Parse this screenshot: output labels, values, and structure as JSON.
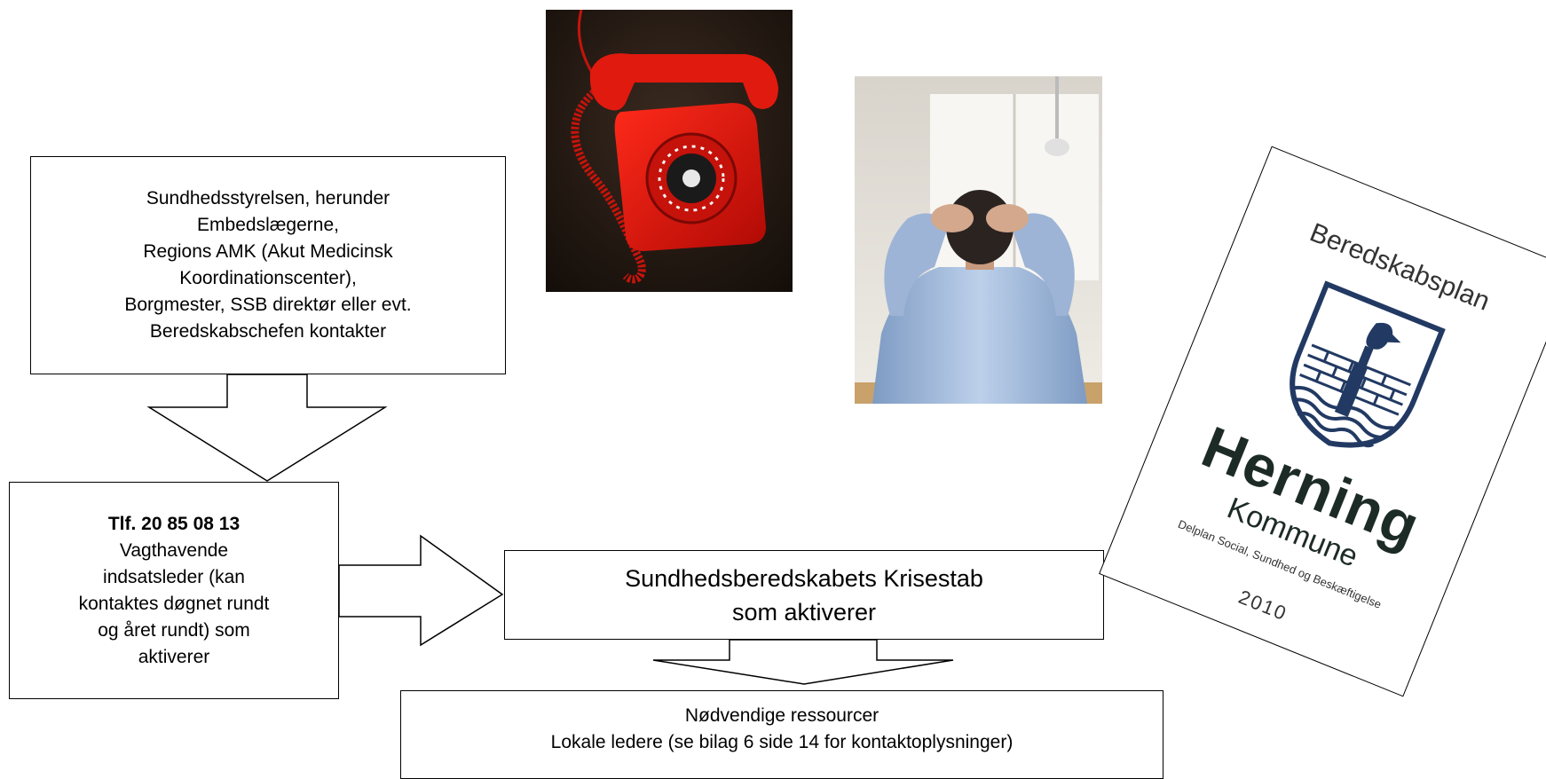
{
  "top_box": {
    "lines": [
      "Sundhedsstyrelsen, herunder",
      "Embedslægerne,",
      "Regions AMK (Akut Medicinsk",
      "Koordinationscenter),",
      "Borgmester, SSB direktør eller evt.",
      "Beredskabschefen kontakter"
    ]
  },
  "left_box": {
    "phone": "Tlf. 20 85 08 13",
    "lines": [
      "Vagthavende",
      "indsatsleder (kan",
      "kontaktes døgnet rundt",
      "og året rundt) som",
      "aktiverer"
    ]
  },
  "mid_box": {
    "lines": [
      "Sundhedsberedskabets Krisestab",
      "som aktiverer"
    ]
  },
  "bottom_box": {
    "lines": [
      "Nødvendige ressourcer",
      "Lokale ledere (se bilag 6 side 14 for kontaktoplysninger)"
    ]
  },
  "booklet": {
    "title": "Beredskabsplan",
    "name": "Herning",
    "subtitle": "Kommune",
    "delplan": "Delplan Social, Sundhed og Beskæftigelse",
    "year": "2010",
    "crest_color": "#223a63"
  },
  "images": {
    "phone_photo": "red-rotary-telephone",
    "man_photo": "stressed-man-hands-on-head"
  }
}
